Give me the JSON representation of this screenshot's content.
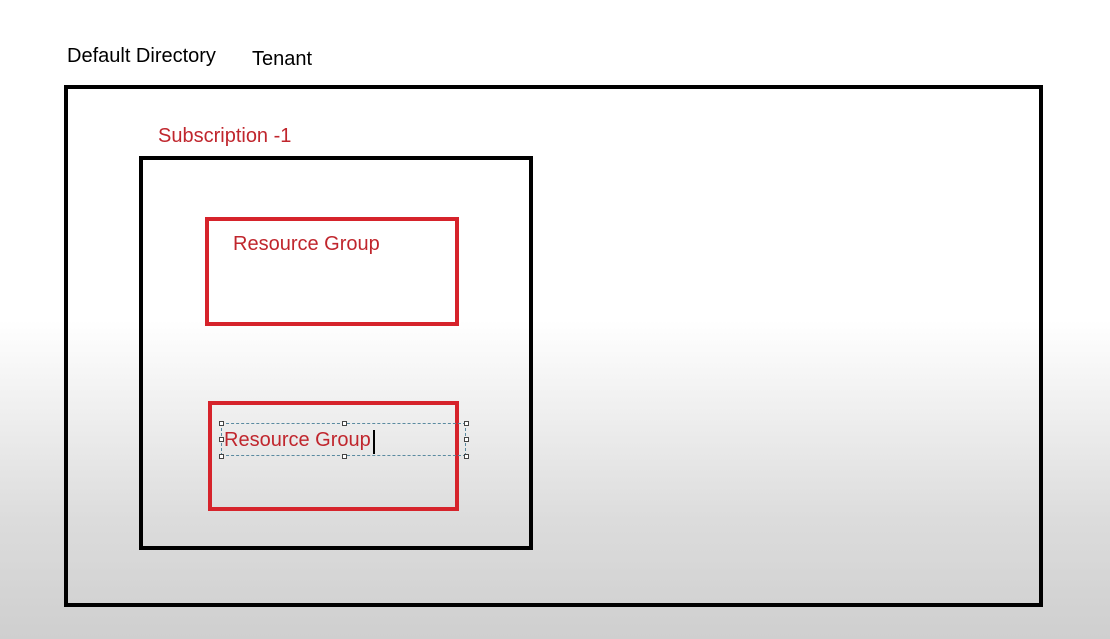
{
  "diagram": {
    "directory_label": "Default Directory",
    "tenant_label": "Tenant",
    "subscription_label": "Subscription -1",
    "resource_groups": [
      {
        "label": "Resource Group"
      },
      {
        "label": "Resource Group"
      }
    ]
  },
  "colors": {
    "outline": "#000000",
    "accent_red": "#d6232b",
    "text_red": "#c0262d",
    "selection_dash": "#5a8aa0"
  }
}
